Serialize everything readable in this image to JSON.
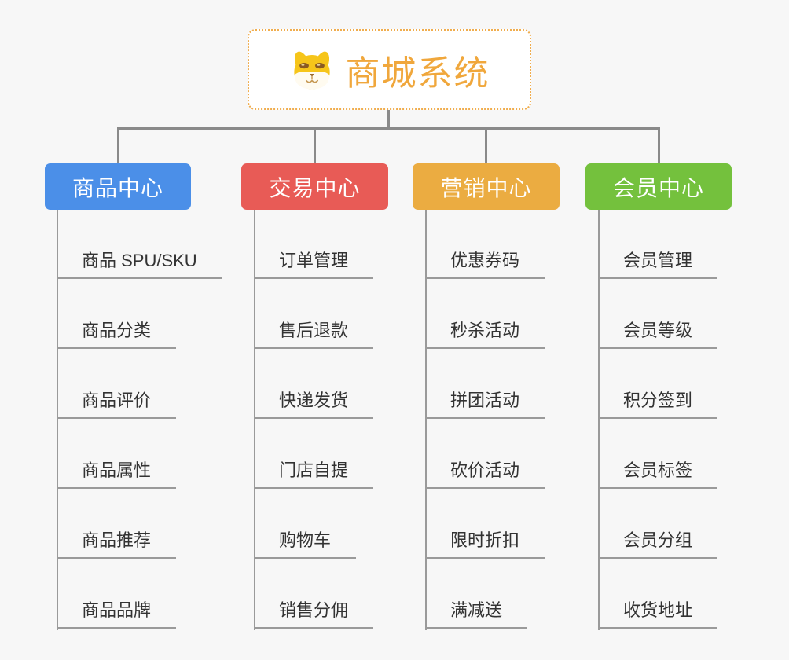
{
  "root": {
    "title": "商城系统",
    "icon": "shiba-dog-icon",
    "border_color": "#F0AD4E",
    "title_color": "#F0A73C"
  },
  "connector_colors": {
    "main": "#8A8A8A",
    "child": "#9A9A9A"
  },
  "branches": [
    {
      "label": "商品中心",
      "color": "#4B8FE8",
      "items": [
        "商品 SPU/SKU",
        "商品分类",
        "商品评价",
        "商品属性",
        "商品推荐",
        "商品品牌"
      ]
    },
    {
      "label": "交易中心",
      "color": "#E85B56",
      "items": [
        "订单管理",
        "售后退款",
        "快递发货",
        "门店自提",
        "购物车",
        "销售分佣"
      ]
    },
    {
      "label": "营销中心",
      "color": "#EBAC41",
      "items": [
        "优惠券码",
        "秒杀活动",
        "拼团活动",
        "砍价活动",
        "限时折扣",
        "满减送"
      ]
    },
    {
      "label": "会员中心",
      "color": "#74C13D",
      "items": [
        "会员管理",
        "会员等级",
        "积分签到",
        "会员标签",
        "会员分组",
        "收货地址"
      ]
    }
  ]
}
